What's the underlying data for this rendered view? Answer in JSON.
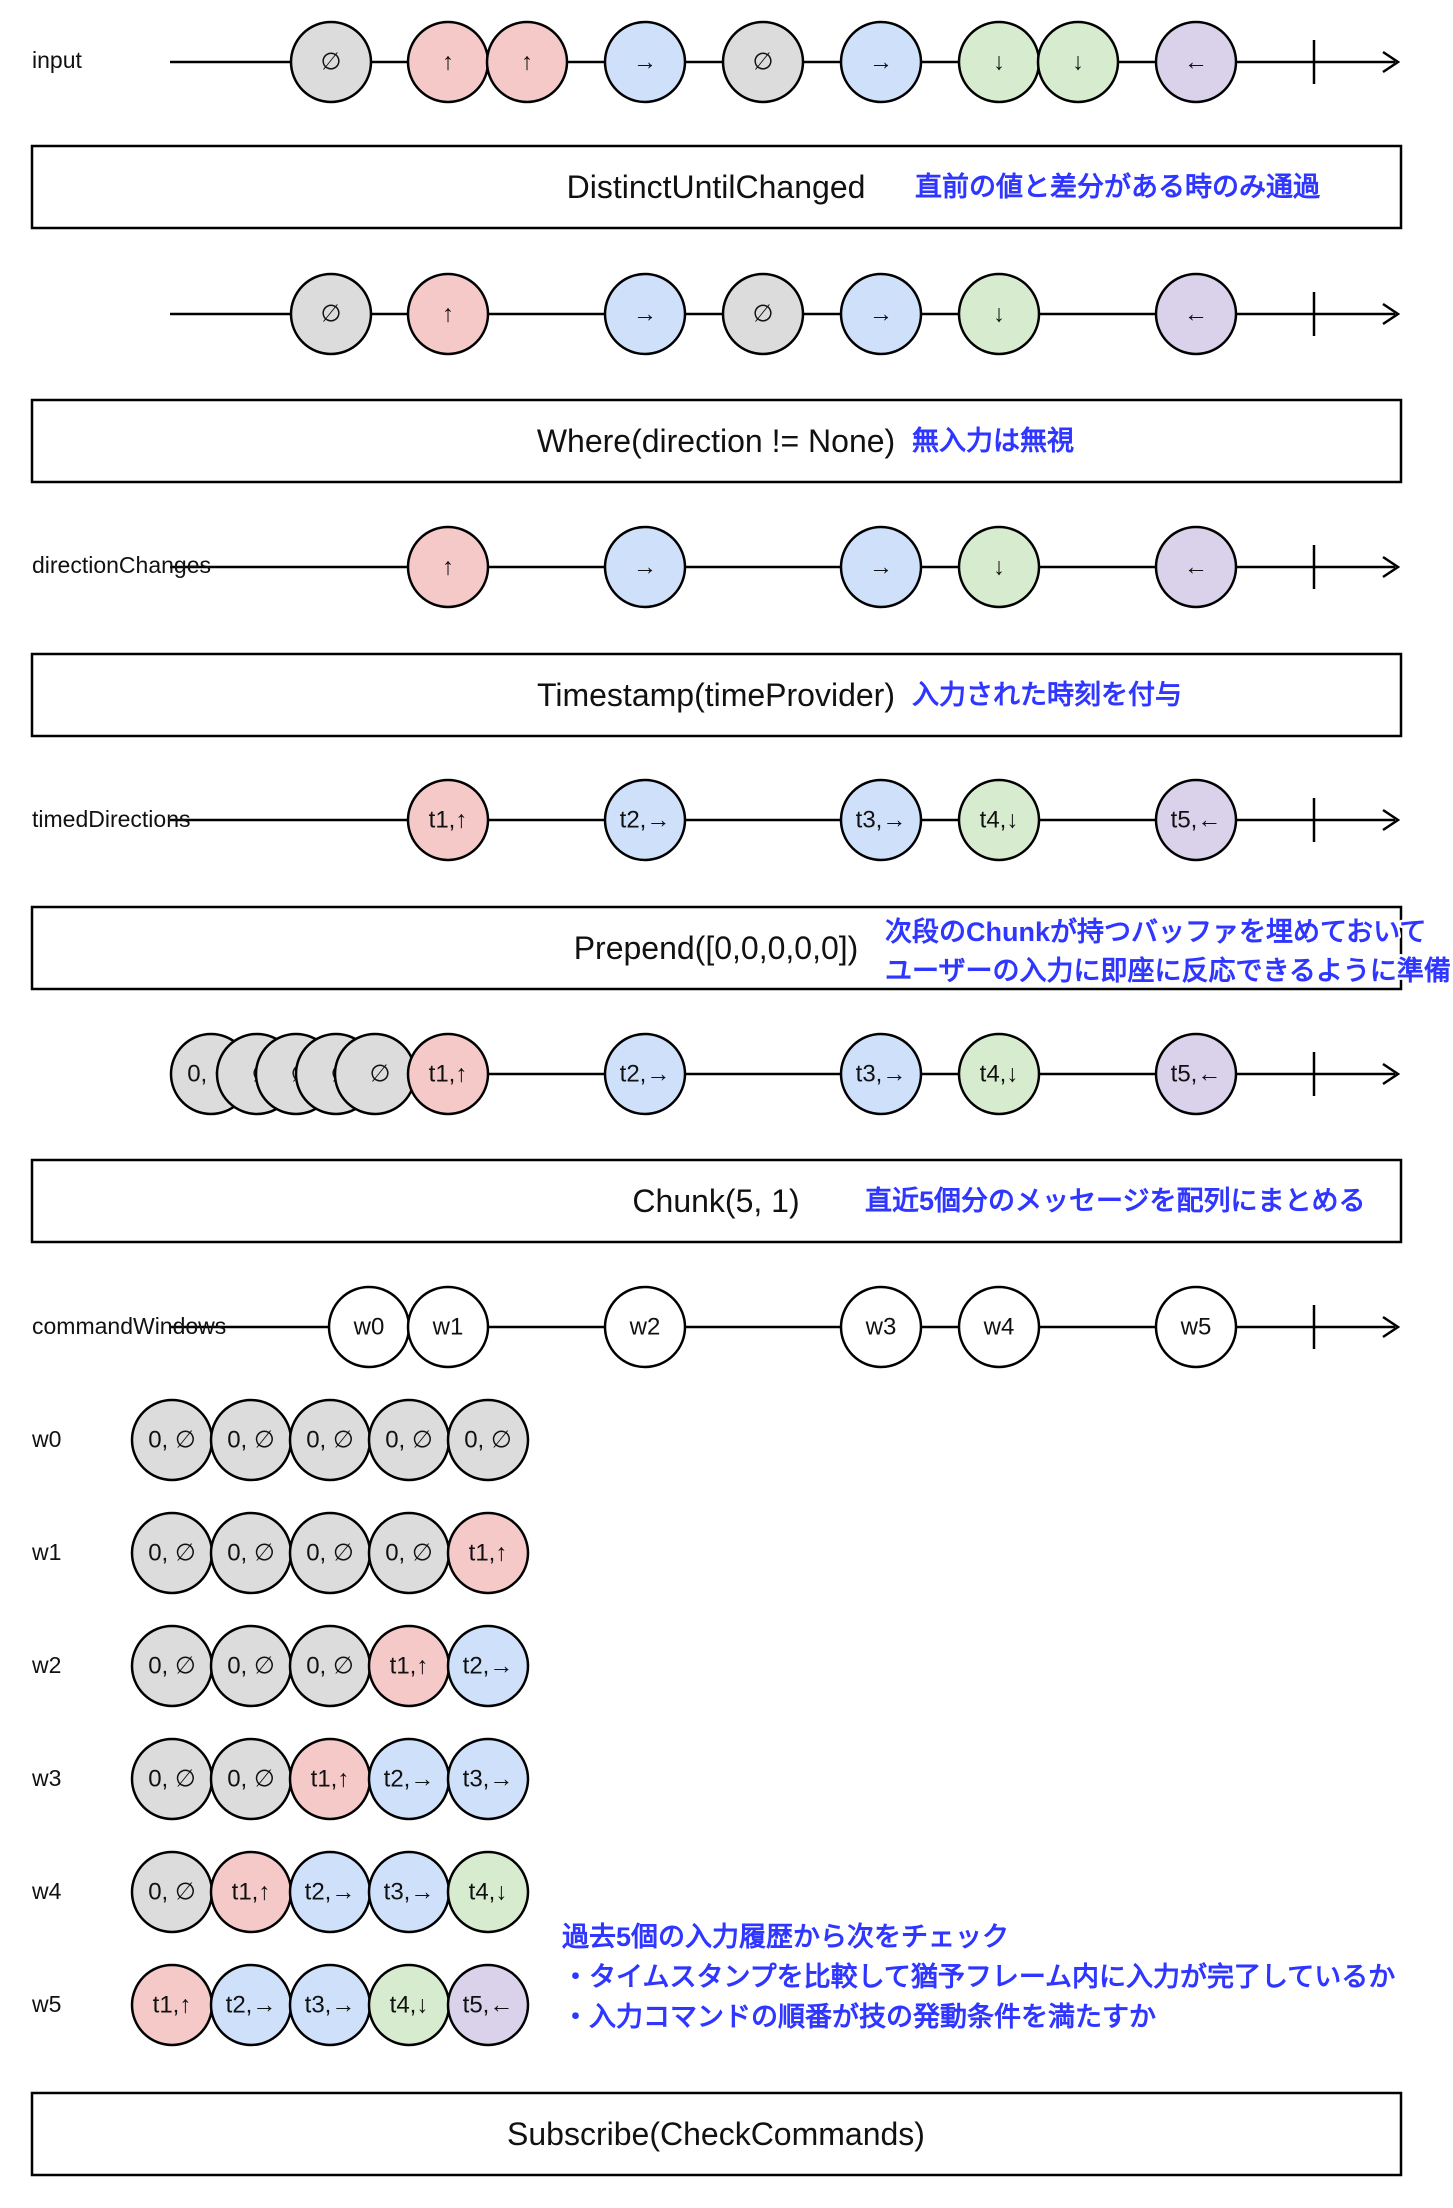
{
  "colors": {
    "none": "#dcdcdc",
    "up": "#f6c9c9",
    "right": "#cfe0fb",
    "down": "#d7ecce",
    "left": "#d9d2ea",
    "window": "#ffffff",
    "note": "#2e36ff"
  },
  "streams": [
    {
      "label": "input",
      "marbles": [
        {
          "text": "∅",
          "kind": "none"
        },
        {
          "text": "↑",
          "kind": "up"
        },
        {
          "text": "↑",
          "kind": "up"
        },
        {
          "text": "→",
          "kind": "right"
        },
        {
          "text": "∅",
          "kind": "none"
        },
        {
          "text": "→",
          "kind": "right"
        },
        {
          "text": "↓",
          "kind": "down"
        },
        {
          "text": "↓",
          "kind": "down"
        },
        {
          "text": "←",
          "kind": "left"
        }
      ]
    },
    {
      "label": "",
      "marbles": [
        {
          "text": "∅",
          "kind": "none"
        },
        {
          "text": "↑",
          "kind": "up"
        },
        {
          "text": "→",
          "kind": "right"
        },
        {
          "text": "∅",
          "kind": "none"
        },
        {
          "text": "→",
          "kind": "right"
        },
        {
          "text": "↓",
          "kind": "down"
        },
        {
          "text": "←",
          "kind": "left"
        }
      ]
    },
    {
      "label": "directionChanges",
      "marbles": [
        {
          "text": "↑",
          "kind": "up"
        },
        {
          "text": "→",
          "kind": "right"
        },
        {
          "text": "→",
          "kind": "right"
        },
        {
          "text": "↓",
          "kind": "down"
        },
        {
          "text": "←",
          "kind": "left"
        }
      ]
    },
    {
      "label": "timedDirections",
      "marbles": [
        {
          "text": "t1,↑",
          "kind": "up"
        },
        {
          "text": "t2,→",
          "kind": "right"
        },
        {
          "text": "t3,→",
          "kind": "right"
        },
        {
          "text": "t4,↓",
          "kind": "down"
        },
        {
          "text": "t5,←",
          "kind": "left"
        }
      ]
    },
    {
      "label": "",
      "marbles": [
        {
          "text": "0, ∅",
          "kind": "none"
        },
        {
          "text": "∅",
          "kind": "none"
        },
        {
          "text": "∅",
          "kind": "none"
        },
        {
          "text": "∅",
          "kind": "none"
        },
        {
          "text": "∅",
          "kind": "none"
        },
        {
          "text": "t1,↑",
          "kind": "up"
        },
        {
          "text": "t2,→",
          "kind": "right"
        },
        {
          "text": "t3,→",
          "kind": "right"
        },
        {
          "text": "t4,↓",
          "kind": "down"
        },
        {
          "text": "t5,←",
          "kind": "left"
        }
      ]
    },
    {
      "label": "commandWindows",
      "marbles": [
        {
          "text": "w0",
          "kind": "window"
        },
        {
          "text": "w1",
          "kind": "window"
        },
        {
          "text": "w2",
          "kind": "window"
        },
        {
          "text": "w3",
          "kind": "window"
        },
        {
          "text": "w4",
          "kind": "window"
        },
        {
          "text": "w5",
          "kind": "window"
        }
      ]
    }
  ],
  "operators": [
    {
      "label": "DistinctUntilChanged",
      "note": [
        "直前の値と差分がある時のみ通過"
      ]
    },
    {
      "label": "Where(direction != None)",
      "note": [
        "無入力は無視"
      ]
    },
    {
      "label": "Timestamp(timeProvider)",
      "note": [
        "入力された時刻を付与"
      ]
    },
    {
      "label": "Prepend([0,0,0,0,0])",
      "note": [
        "次段のChunkが持つバッファを埋めておいて",
        "ユーザーの入力に即座に反応できるように準備"
      ]
    },
    {
      "label": "Chunk(5, 1)",
      "note": [
        "直近5個分のメッセージを配列にまとめる"
      ]
    },
    {
      "label": "Subscribe(CheckCommands)",
      "note": []
    }
  ],
  "windows": [
    {
      "label": "w0",
      "items": [
        {
          "text": "0, ∅",
          "kind": "none"
        },
        {
          "text": "0, ∅",
          "kind": "none"
        },
        {
          "text": "0, ∅",
          "kind": "none"
        },
        {
          "text": "0, ∅",
          "kind": "none"
        },
        {
          "text": "0, ∅",
          "kind": "none"
        }
      ]
    },
    {
      "label": "w1",
      "items": [
        {
          "text": "0, ∅",
          "kind": "none"
        },
        {
          "text": "0, ∅",
          "kind": "none"
        },
        {
          "text": "0, ∅",
          "kind": "none"
        },
        {
          "text": "0, ∅",
          "kind": "none"
        },
        {
          "text": "t1,↑",
          "kind": "up"
        }
      ]
    },
    {
      "label": "w2",
      "items": [
        {
          "text": "0, ∅",
          "kind": "none"
        },
        {
          "text": "0, ∅",
          "kind": "none"
        },
        {
          "text": "0, ∅",
          "kind": "none"
        },
        {
          "text": "t1,↑",
          "kind": "up"
        },
        {
          "text": "t2,→",
          "kind": "right"
        }
      ]
    },
    {
      "label": "w3",
      "items": [
        {
          "text": "0, ∅",
          "kind": "none"
        },
        {
          "text": "0, ∅",
          "kind": "none"
        },
        {
          "text": "t1,↑",
          "kind": "up"
        },
        {
          "text": "t2,→",
          "kind": "right"
        },
        {
          "text": "t3,→",
          "kind": "right"
        }
      ]
    },
    {
      "label": "w4",
      "items": [
        {
          "text": "0, ∅",
          "kind": "none"
        },
        {
          "text": "t1,↑",
          "kind": "up"
        },
        {
          "text": "t2,→",
          "kind": "right"
        },
        {
          "text": "t3,→",
          "kind": "right"
        },
        {
          "text": "t4,↓",
          "kind": "down"
        }
      ]
    },
    {
      "label": "w5",
      "items": [
        {
          "text": "t1,↑",
          "kind": "up"
        },
        {
          "text": "t2,→",
          "kind": "right"
        },
        {
          "text": "t3,→",
          "kind": "right"
        },
        {
          "text": "t4,↓",
          "kind": "down"
        },
        {
          "text": "t5,←",
          "kind": "left"
        }
      ]
    }
  ],
  "check_note": [
    "過去5個の入力履歴から次をチェック",
    "・タイムスタンプを比較して猶予フレーム内に入力が完了しているか",
    "・入力コマンドの順番が技の発動条件を満たすか"
  ]
}
